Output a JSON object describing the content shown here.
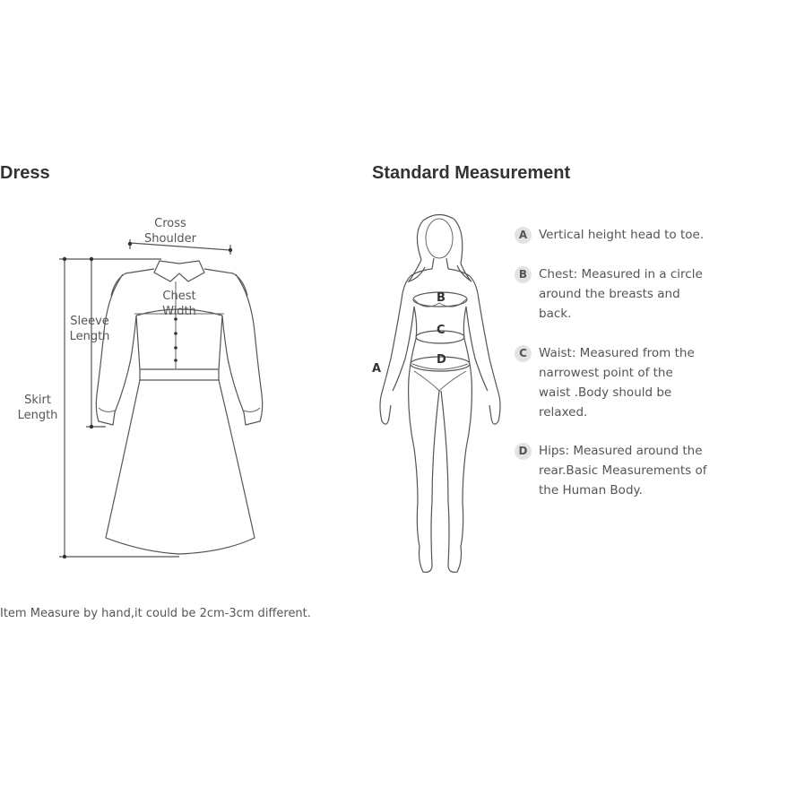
{
  "headings": {
    "dress": "Dress",
    "standard": "Standard Measurement"
  },
  "dress_labels": {
    "cross_shoulder": [
      "Cross",
      "Shoulder"
    ],
    "chest_width": [
      "Chest",
      "Width"
    ],
    "sleeve_length": [
      "Sleeve",
      "Length"
    ],
    "skirt_length": [
      "Skirt",
      "Length"
    ]
  },
  "body_markers": {
    "a": "A",
    "b": "B",
    "c": "C",
    "d": "D"
  },
  "legend": [
    {
      "badge": "A",
      "text": "Vertical height head to toe."
    },
    {
      "badge": "B",
      "text": "Chest: Measured in a circle around the breasts and back."
    },
    {
      "badge": "C",
      "text": "Waist: Measured from the narrowest point of the waist .Body should be relaxed."
    },
    {
      "badge": "D",
      "text": "Hips: Measured around the rear.Basic Measurements of the Human Body."
    }
  ],
  "note": "Item Measure by hand,it could be 2cm-3cm different."
}
